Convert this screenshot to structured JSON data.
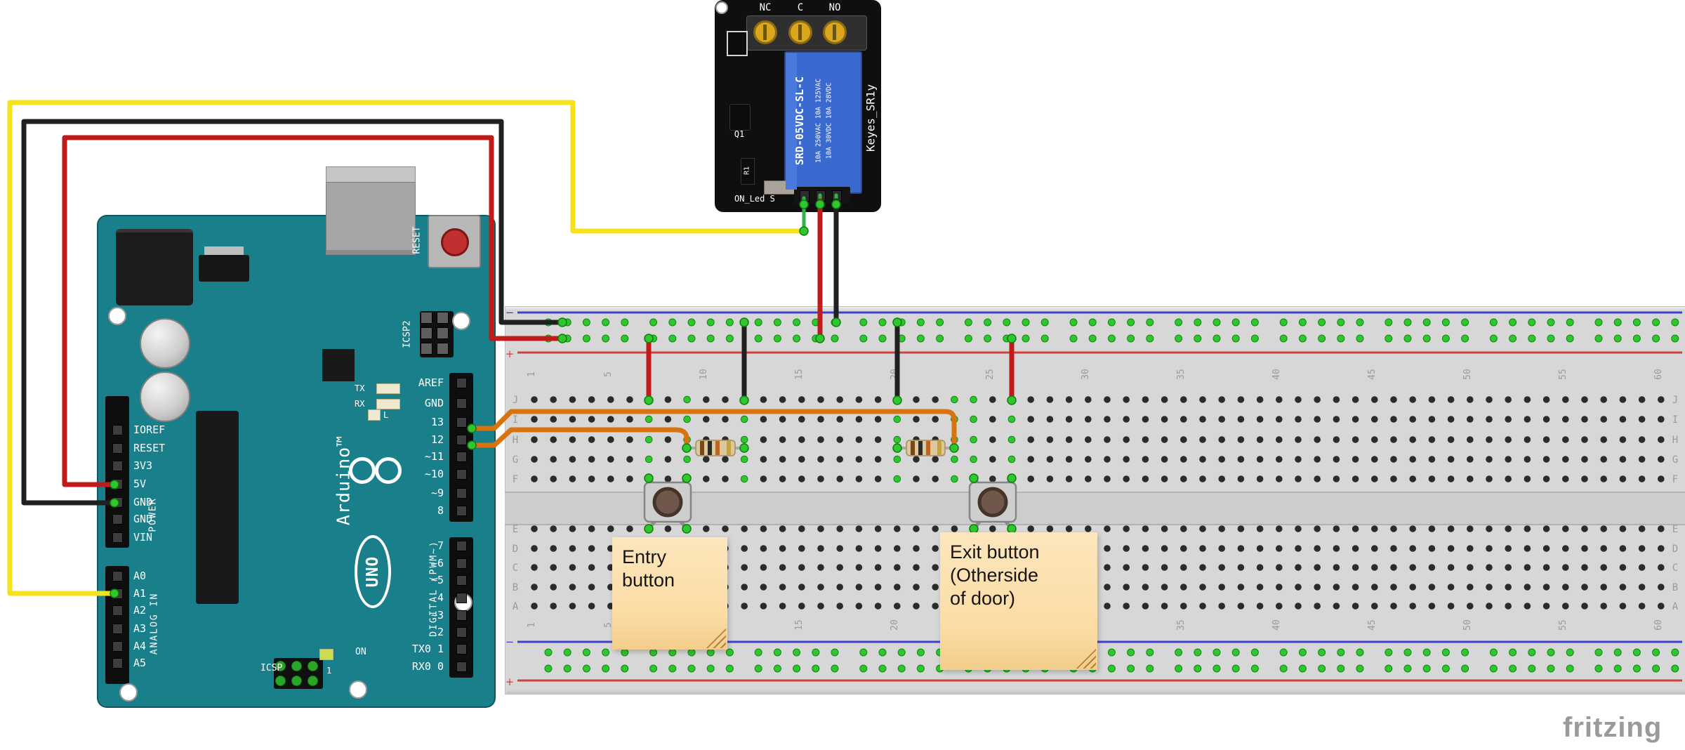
{
  "watermark": {
    "text": "fritzing"
  },
  "colors": {
    "board_teal": "#187f8b",
    "relay_blue": "#3a69cf",
    "breadboard_gray": "#d7d7d7",
    "wire_yellow": "#f5e11c",
    "wire_red": "#c01a1a",
    "wire_black": "#202020",
    "wire_orange": "#d9730f",
    "lead_green": "#35b04a",
    "connection_green": "#2ec72e",
    "rail_blue_line": "#4040cf",
    "rail_red_line": "#cf4040",
    "note_bg": "#fbe1ae"
  },
  "arduino": {
    "name": "Arduino UNO",
    "brand": "Arduino™",
    "model": "UNO",
    "reset_label": "RESET",
    "icsp2_label": "ICSP2",
    "icsp_label": "ICSP",
    "icsp_pin1_label": "1",
    "on_label": "ON",
    "tx_label": "TX",
    "rx_label": "RX",
    "l_label": "L",
    "digital_caption": "DIGITAL (PWM~)",
    "power_caption": "POWER",
    "analog_caption": "ANALOG IN",
    "right_header_top": [
      "AREF",
      "GND",
      "13",
      "12",
      "~11",
      "~10",
      "~9",
      "8"
    ],
    "right_header_bottom": [
      "7",
      "~6",
      "~5",
      "4",
      "~3",
      "2",
      "TX0 1",
      "RX0 0"
    ],
    "left_header_power": [
      "IOREF",
      "RESET",
      "3V3",
      "5V",
      "GND",
      "GND",
      "VIN"
    ],
    "left_header_analog": [
      "A0",
      "A1",
      "A2",
      "A3",
      "A4",
      "A5"
    ]
  },
  "relay": {
    "name": "Keyes_SR1y",
    "terminals": [
      "NC",
      "C",
      "NO"
    ],
    "model": "SRD-05VDC-SL-C",
    "ratings_line1": "10A 250VAC 10A 125VAC",
    "ratings_line2": "10A 30VDC 10A 28VDC",
    "q1_label": "Q1",
    "r1_label": "R1",
    "bottom_label": "ON_Led S"
  },
  "breadboard": {
    "column_numbers": [
      "1",
      "5",
      "10",
      "15",
      "20",
      "25",
      "30",
      "35",
      "40",
      "45",
      "50",
      "55",
      "60"
    ],
    "column_positions": [
      1,
      5,
      10,
      15,
      20,
      25,
      30,
      35,
      40,
      45,
      50,
      55,
      60
    ],
    "row_letters_top": [
      "J",
      "I",
      "H",
      "G",
      "F"
    ],
    "row_letters_bottom": [
      "E",
      "D",
      "C",
      "B",
      "A"
    ],
    "rail_minus": "−",
    "rail_plus": "+"
  },
  "notes": [
    {
      "lines": [
        "Entry",
        "button"
      ]
    },
    {
      "lines": [
        "Exit button",
        "(Otherside",
        "of door)"
      ]
    }
  ]
}
